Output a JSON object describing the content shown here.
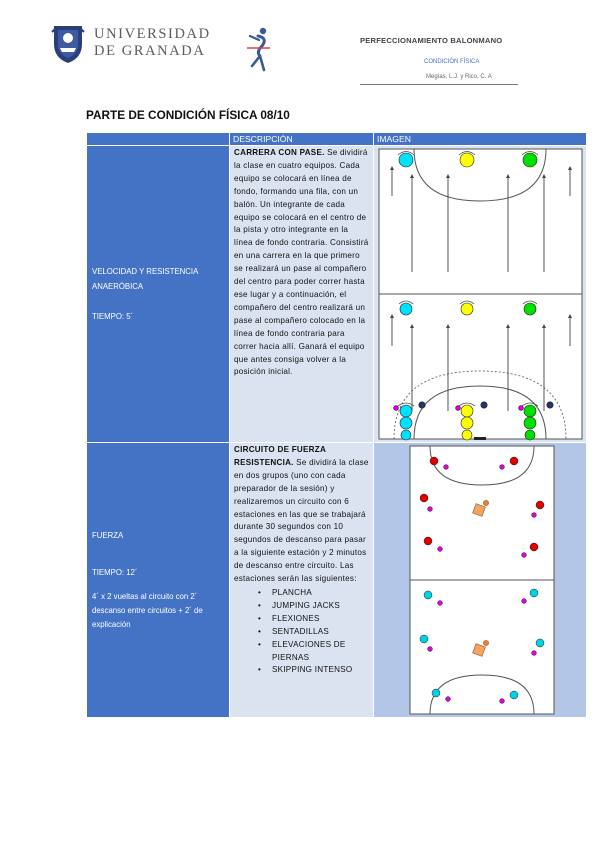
{
  "header": {
    "university_line1": "UNIVERSIDAD",
    "university_line2": "DE GRANADA",
    "title": "PERFECCIONAMIENTO BALONMANO",
    "subtitle": "CONDICIÓN FÍSICA",
    "authors": "Megías, L.J. y Rico, C. A"
  },
  "section_title": "PARTE DE CONDICIÓN FÍSICA 08/10",
  "table": {
    "headers": [
      "",
      "DESCRIPCIÓN",
      "IMAGEN"
    ],
    "rows": [
      {
        "block": "VELOCIDAD Y RESISTENCIA ANAERÓBICA",
        "time": "TIEMPO: 5´",
        "desc_title": "CARRERA CON PASE.",
        "desc_body": "Se dividirá la clase en cuatro equipos. Cada equipo se colocará en línea de fondo, formando una fila, con un balón. Un integrante de cada equipo se colocará en el centro de la pista y otro integrante en la línea de fondo contraria. Consistirá en una carrera en la que primero se realizará un pase al compañero del centro para poder correr hasta ese lugar y a continuación, el compañero del centro realizará un pase al compañero colocado en la línea de fondo contraria para correr hacia allí. Ganará el equipo que antes consiga volver a la posición inicial."
      },
      {
        "block": "FUERZA",
        "time": "TIEMPO: 12´",
        "extra": "4´ x 2 vueltas al circuito con 2´ descanso entre circuitos + 2´ de explicación",
        "desc_title": "CIRCUITO DE FUERZA RESISTENCIA.",
        "desc_body": "Se dividirá la clase en dos grupos (uno con cada preparador de la sesión) y realizaremos un circuito con 6 estaciones en las que se trabajará durante 30 segundos con 10 segundos de descanso para pasar a la siguiente estación y 2 minutos de descanso entre circuito. Las estaciones serán las siguientes:",
        "stations": [
          "PLANCHA",
          "JUMPING JACKS",
          "FLEXIONES",
          "SENTADILLAS",
          "ELEVACIONES DE PIERNAS",
          "SKIPPING INTENSO"
        ]
      }
    ]
  },
  "colors": {
    "header_blue": "#4472c4",
    "cell_light": "#dbe3f1",
    "team_cyan": "#00e0ff",
    "team_yellow": "#ffff00",
    "team_green": "#00e000",
    "player_red": "#e00000",
    "player_magenta": "#e000e0",
    "player_navy": "#1f3864",
    "cone_orange": "#f4a460"
  }
}
